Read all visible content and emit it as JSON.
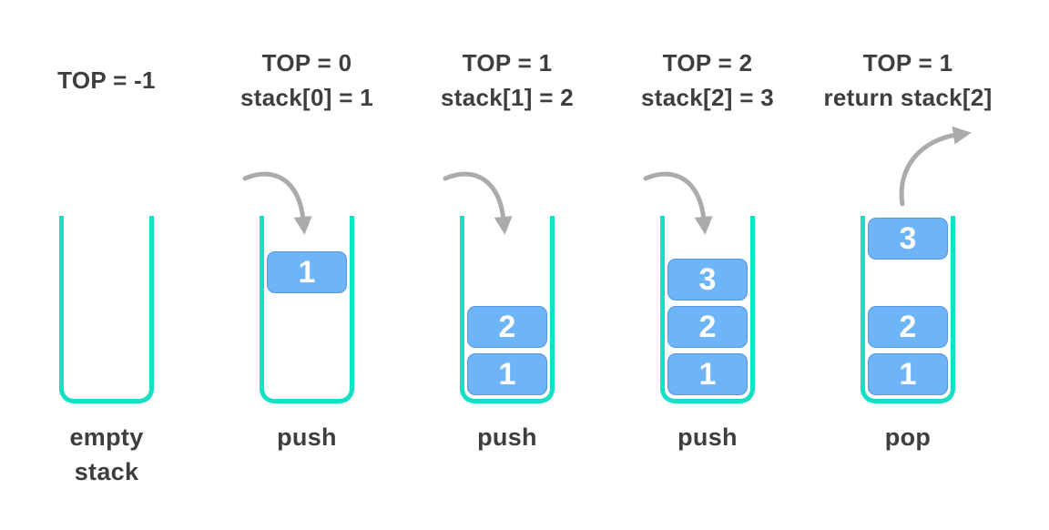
{
  "diagram_label": "stack-push-pop-operations",
  "colors": {
    "background": "#FFFFFF",
    "container_teal": "#15DFC4",
    "item_blue": "#6EB4F8",
    "item_text": "#FFFFFF",
    "heading_text": "#3E3E3E",
    "arrow_gray": "#ABABAB"
  },
  "columns": [
    {
      "header_lines": [
        "TOP = -1"
      ],
      "arrow_icon": null,
      "items": [],
      "label_lines": [
        "empty",
        "stack"
      ]
    },
    {
      "header_lines": [
        "TOP = 0",
        "stack[0] = 1"
      ],
      "arrow_icon": "curved-arrow-down-icon",
      "items": [
        {
          "value": "1",
          "position": "falling"
        }
      ],
      "label_lines": [
        "push"
      ]
    },
    {
      "header_lines": [
        "TOP = 1",
        "stack[1] = 2"
      ],
      "arrow_icon": "curved-arrow-down-icon",
      "items": [
        {
          "value": "2",
          "position": "stacked-1"
        },
        {
          "value": "1",
          "position": "stacked-0"
        }
      ],
      "label_lines": [
        "push"
      ]
    },
    {
      "header_lines": [
        "TOP = 2",
        "stack[2] = 3"
      ],
      "arrow_icon": "curved-arrow-down-icon",
      "items": [
        {
          "value": "3",
          "position": "stacked-2"
        },
        {
          "value": "2",
          "position": "stacked-1"
        },
        {
          "value": "1",
          "position": "stacked-0"
        }
      ],
      "label_lines": [
        "push"
      ]
    },
    {
      "header_lines": [
        "TOP = 1",
        "return stack[2]"
      ],
      "arrow_icon": "curved-arrow-up-icon",
      "items": [
        {
          "value": "3",
          "position": "popping"
        },
        {
          "value": "2",
          "position": "stacked-1"
        },
        {
          "value": "1",
          "position": "stacked-0"
        }
      ],
      "label_lines": [
        "pop"
      ]
    }
  ]
}
